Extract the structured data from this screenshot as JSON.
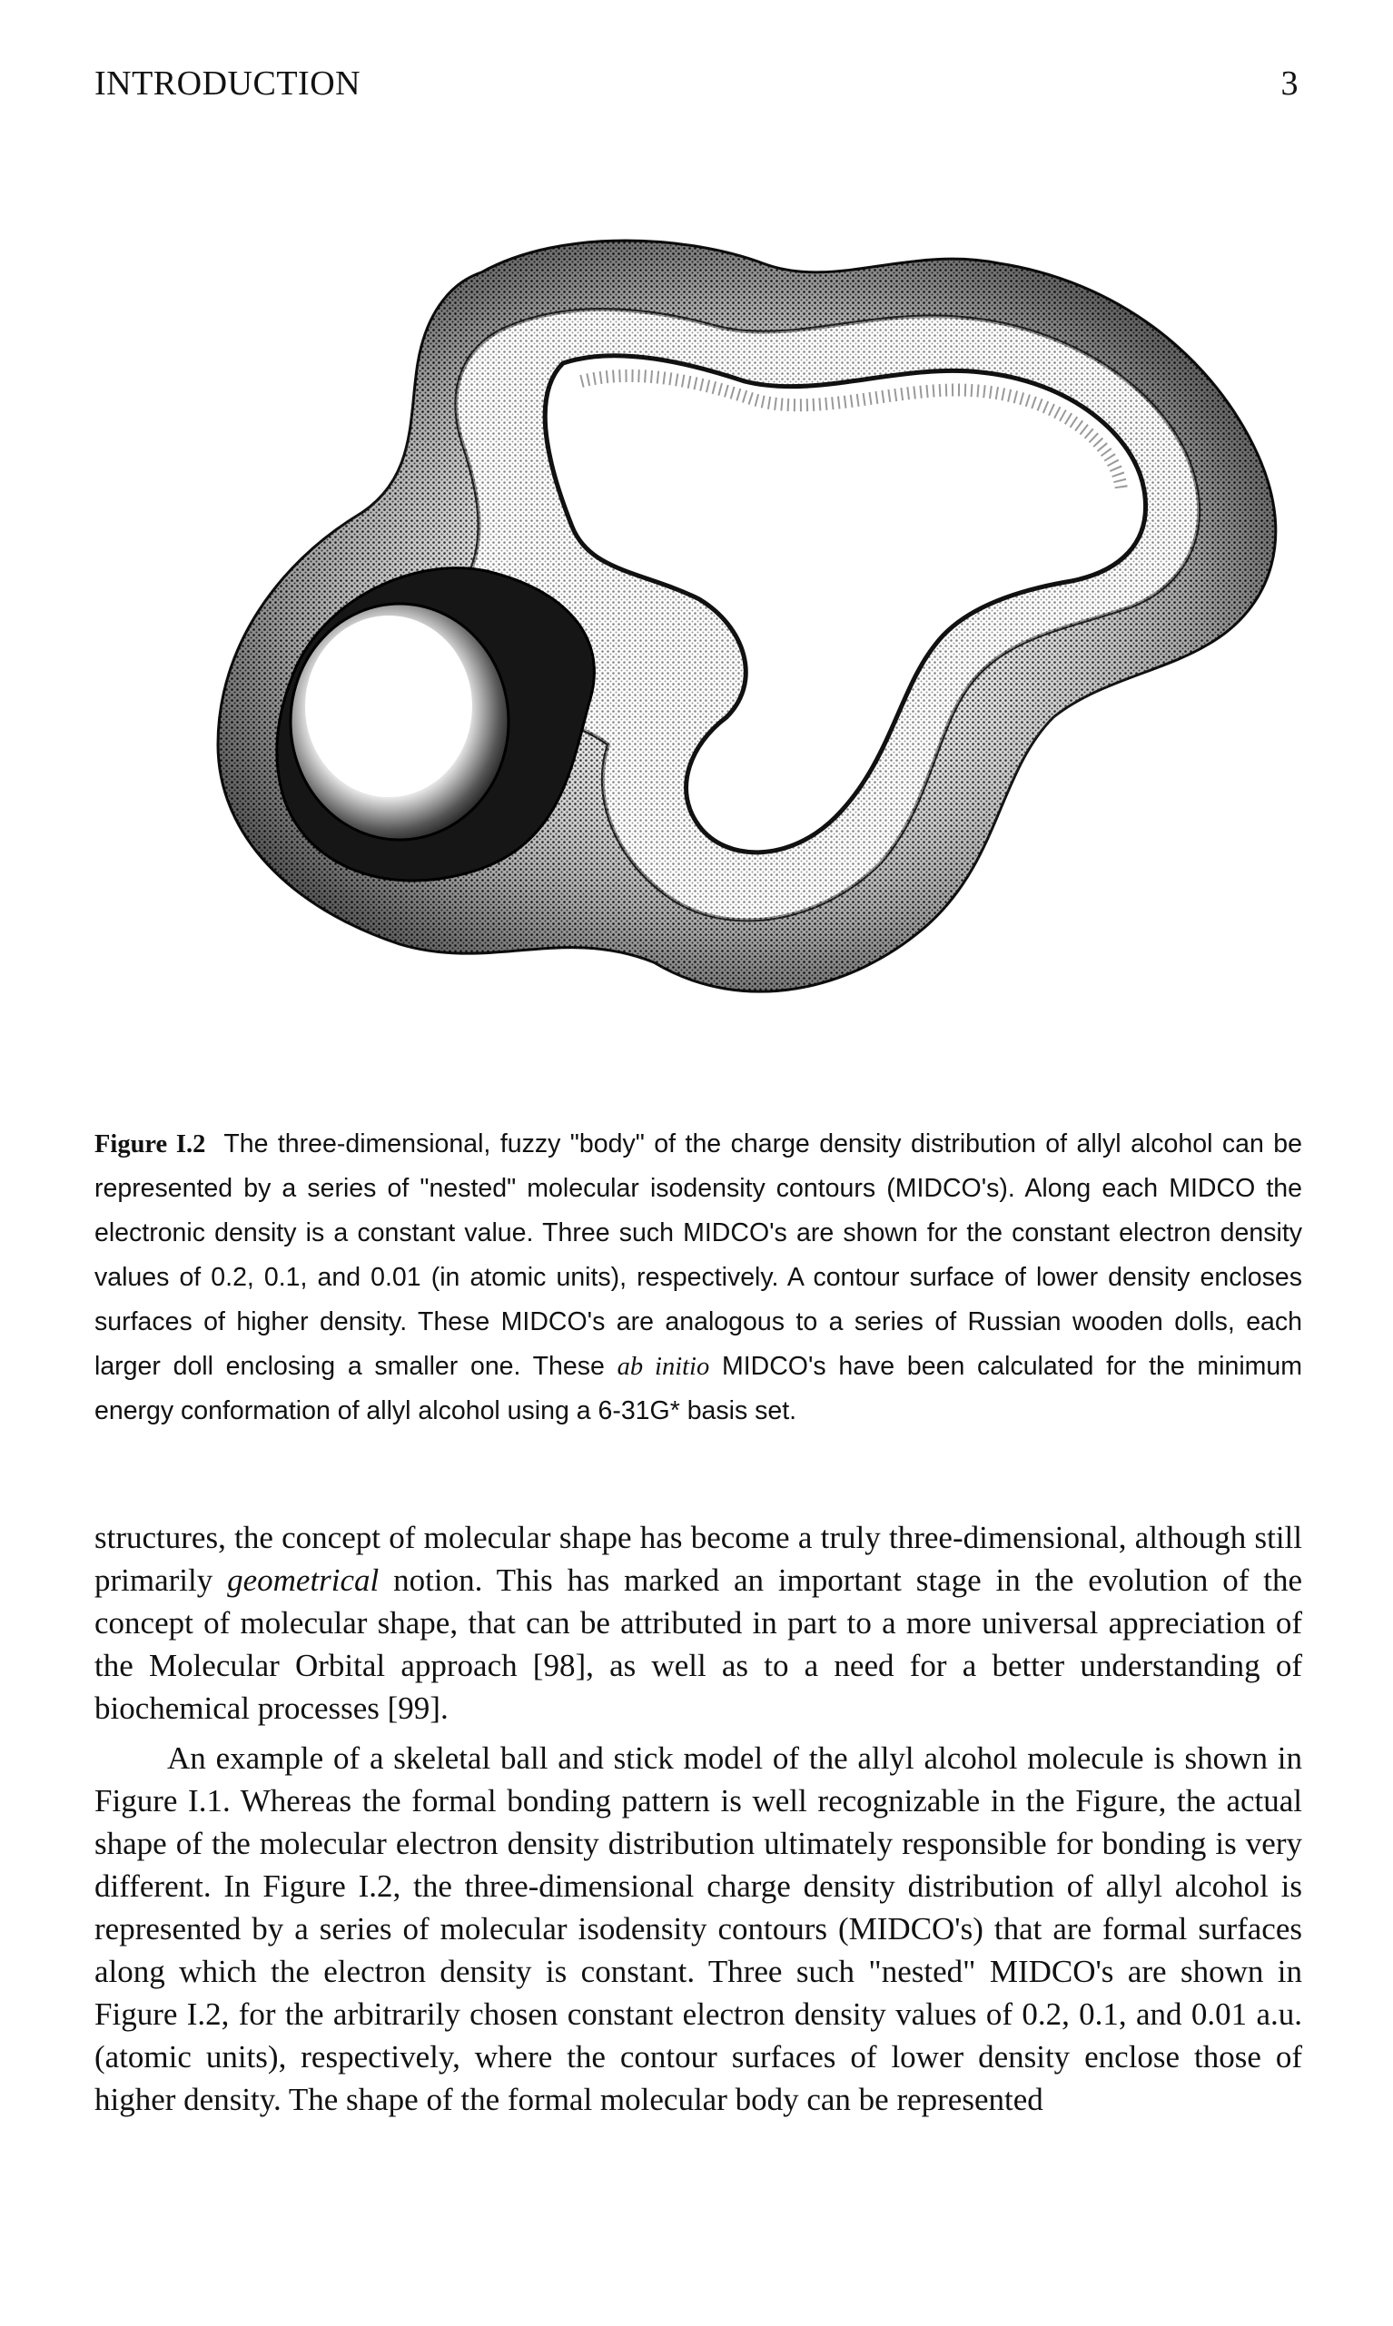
{
  "header": {
    "running_title": "INTRODUCTION",
    "page_number": "3"
  },
  "figure": {
    "label": "Figure I.2",
    "caption_p1": "The three-dimensional, fuzzy \"body\" of the charge density distribution of allyl alcohol can be represented by a series of \"nested\" molecular isodensity contours (MIDCO's). Along each MIDCO the electronic density is a constant value. Three such MIDCO's are shown for the constant electron density values of 0.2, 0.1, and 0.01 (in atomic units), respectively. A contour surface of lower density encloses surfaces of higher density. These MIDCO's are analogous to a series of Russian wooden dolls, each larger doll enclosing a smaller one. These",
    "caption_italic": "ab initio",
    "caption_p2": "MIDCO's have been calculated for the minimum energy conformation of allyl alcohol using a 6-31G* basis set."
  },
  "body": {
    "p1_a": "structures, the concept of molecular shape has become a truly three-dimensional, although still primarily",
    "p1_italic": "geometrical",
    "p1_b": "notion. This has marked an important stage in the evolution of the concept of molecular shape, that can be attributed in part to a more universal appreciation of the Molecular Orbital approach [98], as well as to a need for a better understanding of biochemical processes [99].",
    "p2": "An example of a skeletal ball and stick model of the allyl alcohol molecule is shown in Figure I.1. Whereas the formal bonding pattern is well recognizable in the Figure, the actual shape of the molecular electron density distribution ultimately responsible for bonding is very different. In Figure I.2, the three-dimensional charge density distribution of allyl alcohol is represented by a series of molecular isodensity contours (MIDCO's) that are formal surfaces along which the electron density is constant. Three such \"nested\" MIDCO's are shown in Figure I.2, for the arbitrarily chosen constant electron density values of 0.2, 0.1, and 0.01 a.u. (atomic units), respectively, where the contour surfaces of lower density enclose those of higher density. The shape of the formal molecular body can be represented"
  }
}
